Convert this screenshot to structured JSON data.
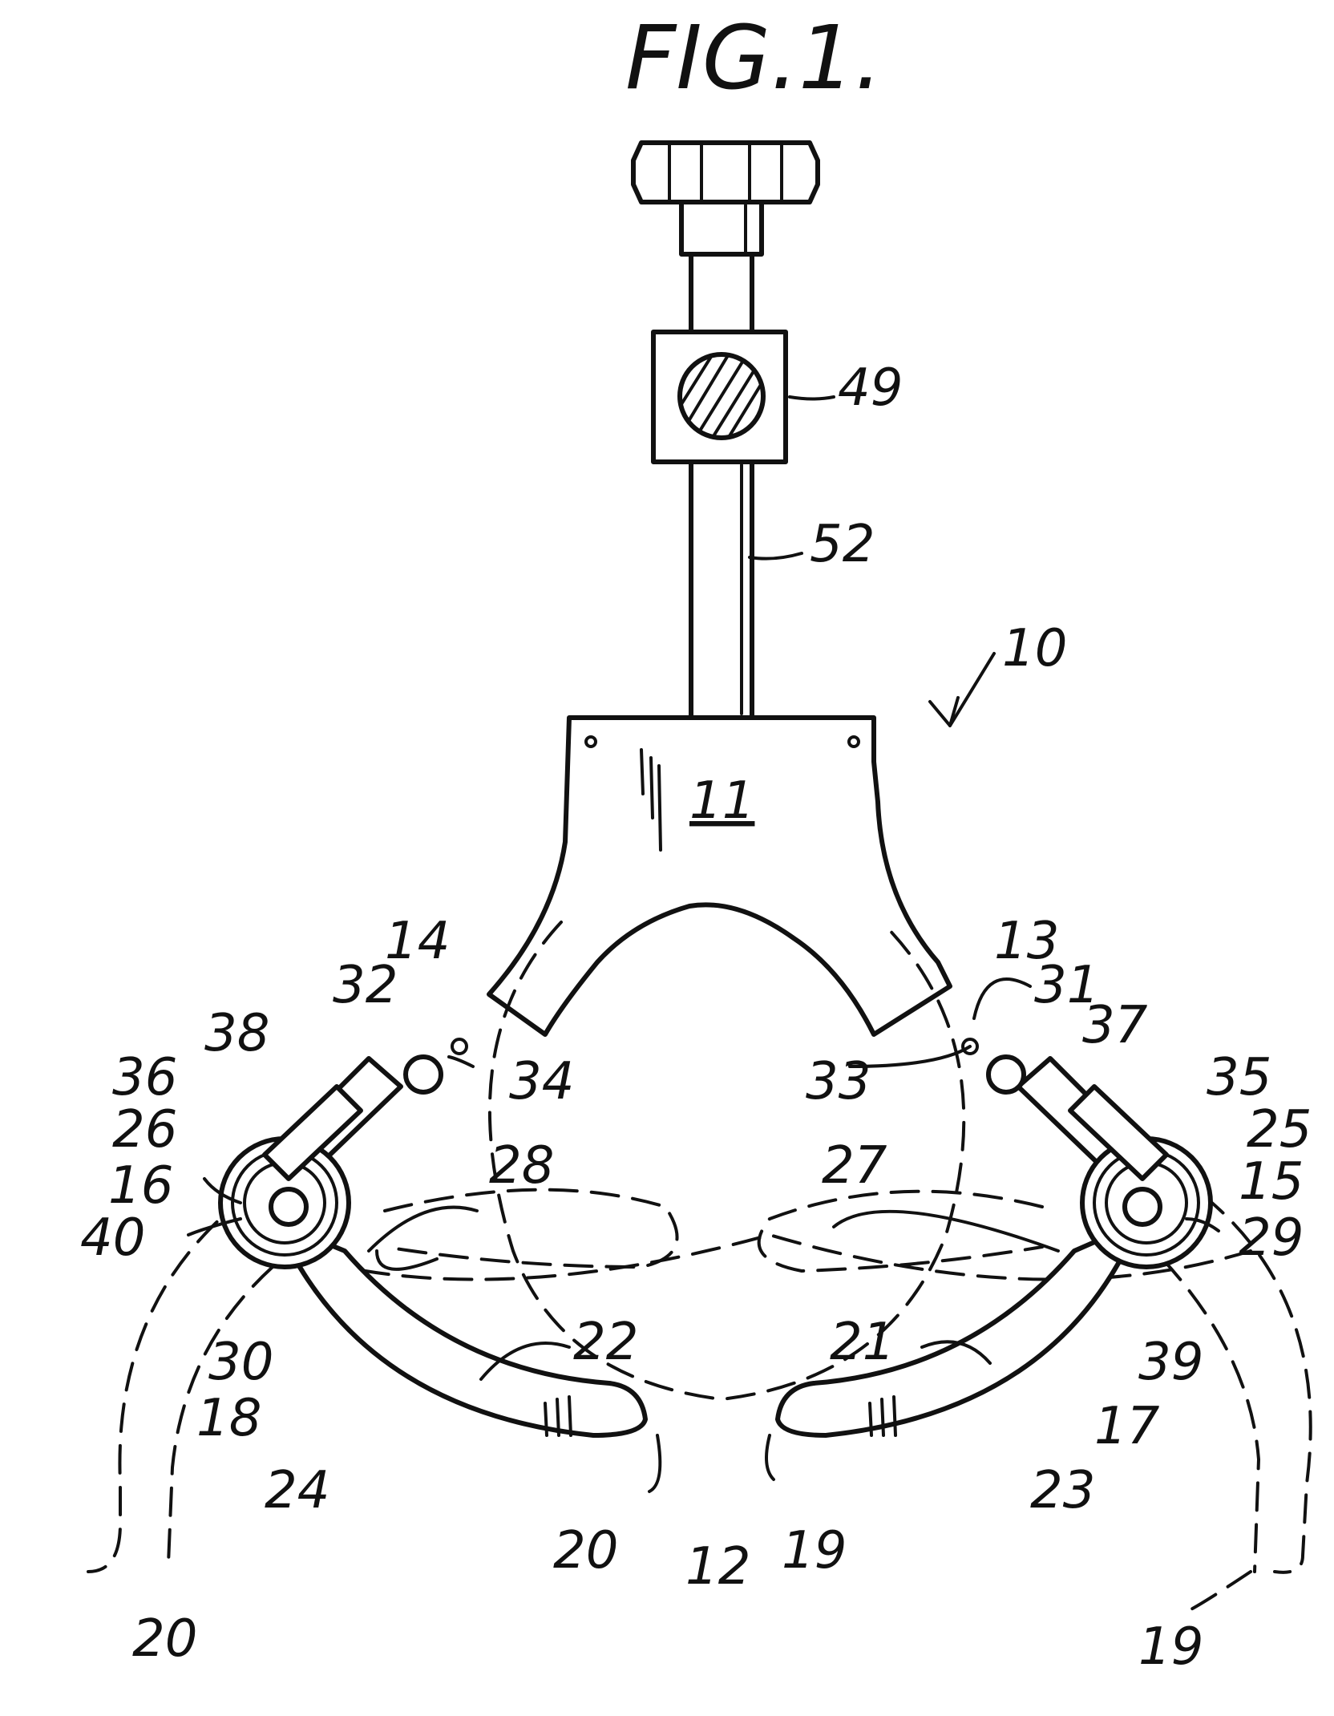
{
  "figure": {
    "title": "FIG.1.",
    "labels": {
      "l10": "10",
      "l11": "11",
      "l12": "12",
      "l13": "13",
      "l14": "14",
      "l15": "15",
      "l16": "16",
      "l17": "17",
      "l18": "18",
      "l19": "19",
      "l19b": "19",
      "l20": "20",
      "l20b": "20",
      "l21": "21",
      "l22": "22",
      "l23": "23",
      "l24": "24",
      "l25": "25",
      "l26": "26",
      "l27": "27",
      "l28": "28",
      "l29": "29",
      "l30": "30",
      "l31": "31",
      "l32": "32",
      "l33": "33",
      "l34": "34",
      "l35": "35",
      "l36": "36",
      "l37": "37",
      "l38": "38",
      "l39": "39",
      "l40": "40",
      "l49": "49",
      "l52": "52"
    }
  }
}
